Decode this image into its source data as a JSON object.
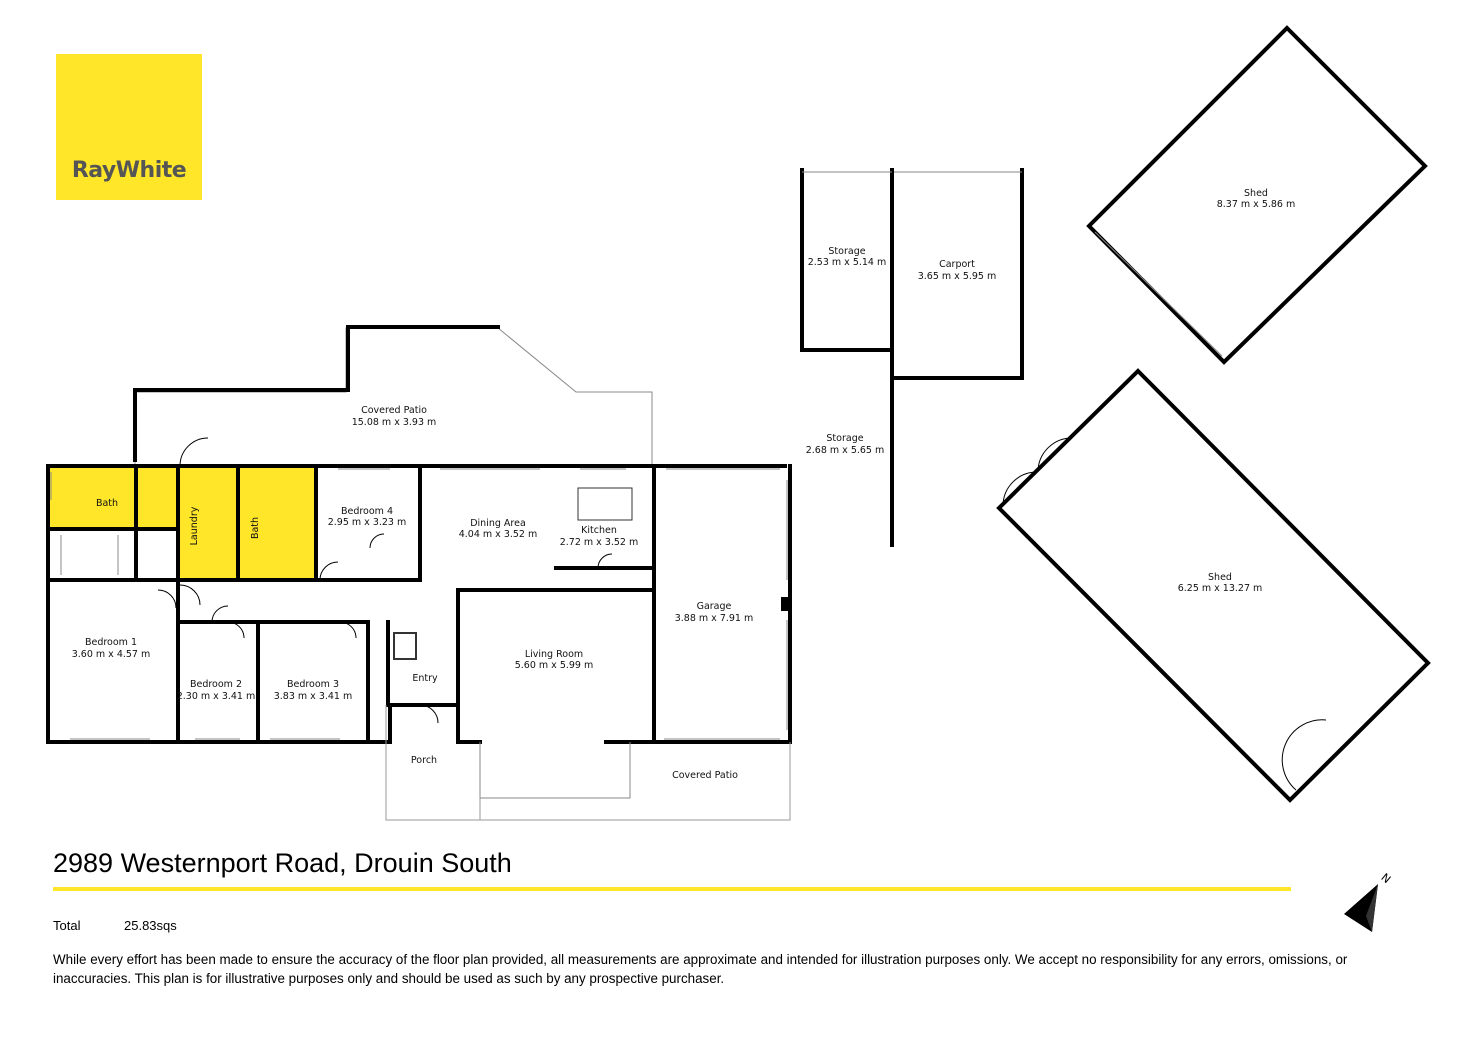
{
  "brand": {
    "name": "RayWhite",
    "color": "#ffe629"
  },
  "rooms": {
    "covered_patio_top": {
      "name": "Covered Patio",
      "dims": "15.08 m x 3.93 m"
    },
    "bath_1": {
      "name": "Bath"
    },
    "laundry": {
      "name": "Laundry"
    },
    "bath_2": {
      "name": "Bath"
    },
    "bedroom_4": {
      "name": "Bedroom 4",
      "dims": "2.95 m x 3.23 m"
    },
    "dining_area": {
      "name": "Dining Area",
      "dims": "4.04 m x 3.52 m"
    },
    "kitchen": {
      "name": "Kitchen",
      "dims": "2.72 m x 3.52 m"
    },
    "bedroom_1": {
      "name": "Bedroom 1",
      "dims": "3.60 m x 4.57 m"
    },
    "bedroom_2": {
      "name": "Bedroom 2",
      "dims": "2.30 m x 3.41 m"
    },
    "bedroom_3": {
      "name": "Bedroom 3",
      "dims": "3.83 m x 3.41 m"
    },
    "entry": {
      "name": "Entry"
    },
    "living_room": {
      "name": "Living Room",
      "dims": "5.60 m x 5.99 m"
    },
    "garage": {
      "name": "Garage",
      "dims": "3.88 m x 7.91 m"
    },
    "porch": {
      "name": "Porch"
    },
    "covered_patio_bottom": {
      "name": "Covered Patio"
    },
    "storage_1": {
      "name": "Storage",
      "dims": "2.53 m x 5.14 m"
    },
    "carport": {
      "name": "Carport",
      "dims": "3.65 m x 5.95 m"
    },
    "storage_2": {
      "name": "Storage",
      "dims": "2.68 m x 5.65 m"
    },
    "shed_1": {
      "name": "Shed",
      "dims": "8.37 m x 5.86 m"
    },
    "shed_2": {
      "name": "Shed",
      "dims": "6.25 m x 13.27 m"
    }
  },
  "highlight_color": "#ffe629",
  "footer": {
    "address": "2989 Westernport Road, Drouin South",
    "total_label": "Total",
    "total_value": "25.83sqs",
    "disclaimer": "While every effort has been made to ensure the accuracy of the floor plan provided, all measurements are approximate and intended for illustration purposes only. We accept no responsibility for any errors, omissions, or inaccuracies. This plan is for illustrative purposes only and should be used as such by any prospective purchaser.",
    "north_label": "N"
  }
}
